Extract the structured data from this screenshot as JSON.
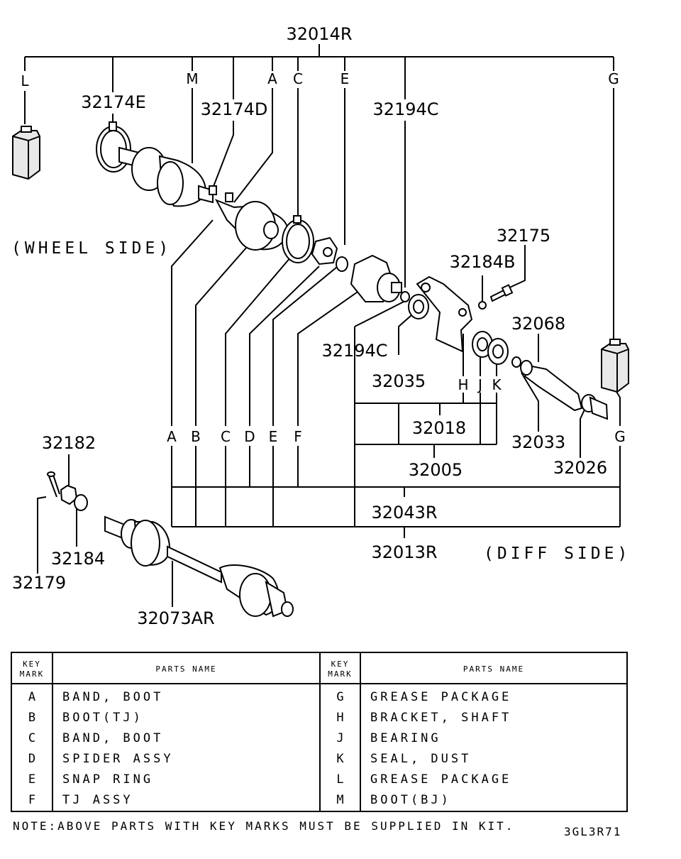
{
  "diagram": {
    "part_numbers": {
      "p32014R": "32014R",
      "p32174E": "32174E",
      "p32174D": "32174D",
      "p32194C_top": "32194C",
      "p32175": "32175",
      "p32184B": "32184B",
      "p32068": "32068",
      "p32194C_mid": "32194C",
      "p32035": "32035",
      "p32018": "32018",
      "p32005": "32005",
      "p32033": "32033",
      "p32026": "32026",
      "p32182": "32182",
      "p32184": "32184",
      "p32179": "32179",
      "p32043R": "32043R",
      "p32013R": "32013R",
      "p32073AR": "32073AR"
    },
    "wheel_side_label": "(WHEEL SIDE)",
    "diff_side_label": "(DIFF SIDE)",
    "top_key_marks": [
      "L",
      "M",
      "A",
      "C",
      "E",
      "G"
    ],
    "bottom_key_marks": [
      "A",
      "B",
      "C",
      "D",
      "E",
      "F",
      "G"
    ],
    "hjk_marks": [
      "H",
      "J",
      "K"
    ]
  },
  "table": {
    "header_key": "KEY\nMARK",
    "header_name": "PARTS NAME",
    "left_rows": [
      {
        "key": "A",
        "name": "BAND, BOOT"
      },
      {
        "key": "B",
        "name": "BOOT(TJ)"
      },
      {
        "key": "C",
        "name": "BAND, BOOT"
      },
      {
        "key": "D",
        "name": "SPIDER ASSY"
      },
      {
        "key": "E",
        "name": "SNAP RING"
      },
      {
        "key": "F",
        "name": "TJ ASSY"
      }
    ],
    "right_rows": [
      {
        "key": "G",
        "name": "GREASE PACKAGE"
      },
      {
        "key": "H",
        "name": "BRACKET, SHAFT"
      },
      {
        "key": "J",
        "name": "BEARING"
      },
      {
        "key": "K",
        "name": "SEAL, DUST"
      },
      {
        "key": "L",
        "name": "GREASE PACKAGE"
      },
      {
        "key": "M",
        "name": "BOOT(BJ)"
      }
    ]
  },
  "note": "NOTE:ABOVE PARTS WITH KEY MARKS MUST BE SUPPLIED IN KIT.",
  "diagram_code": "3GL3R71"
}
